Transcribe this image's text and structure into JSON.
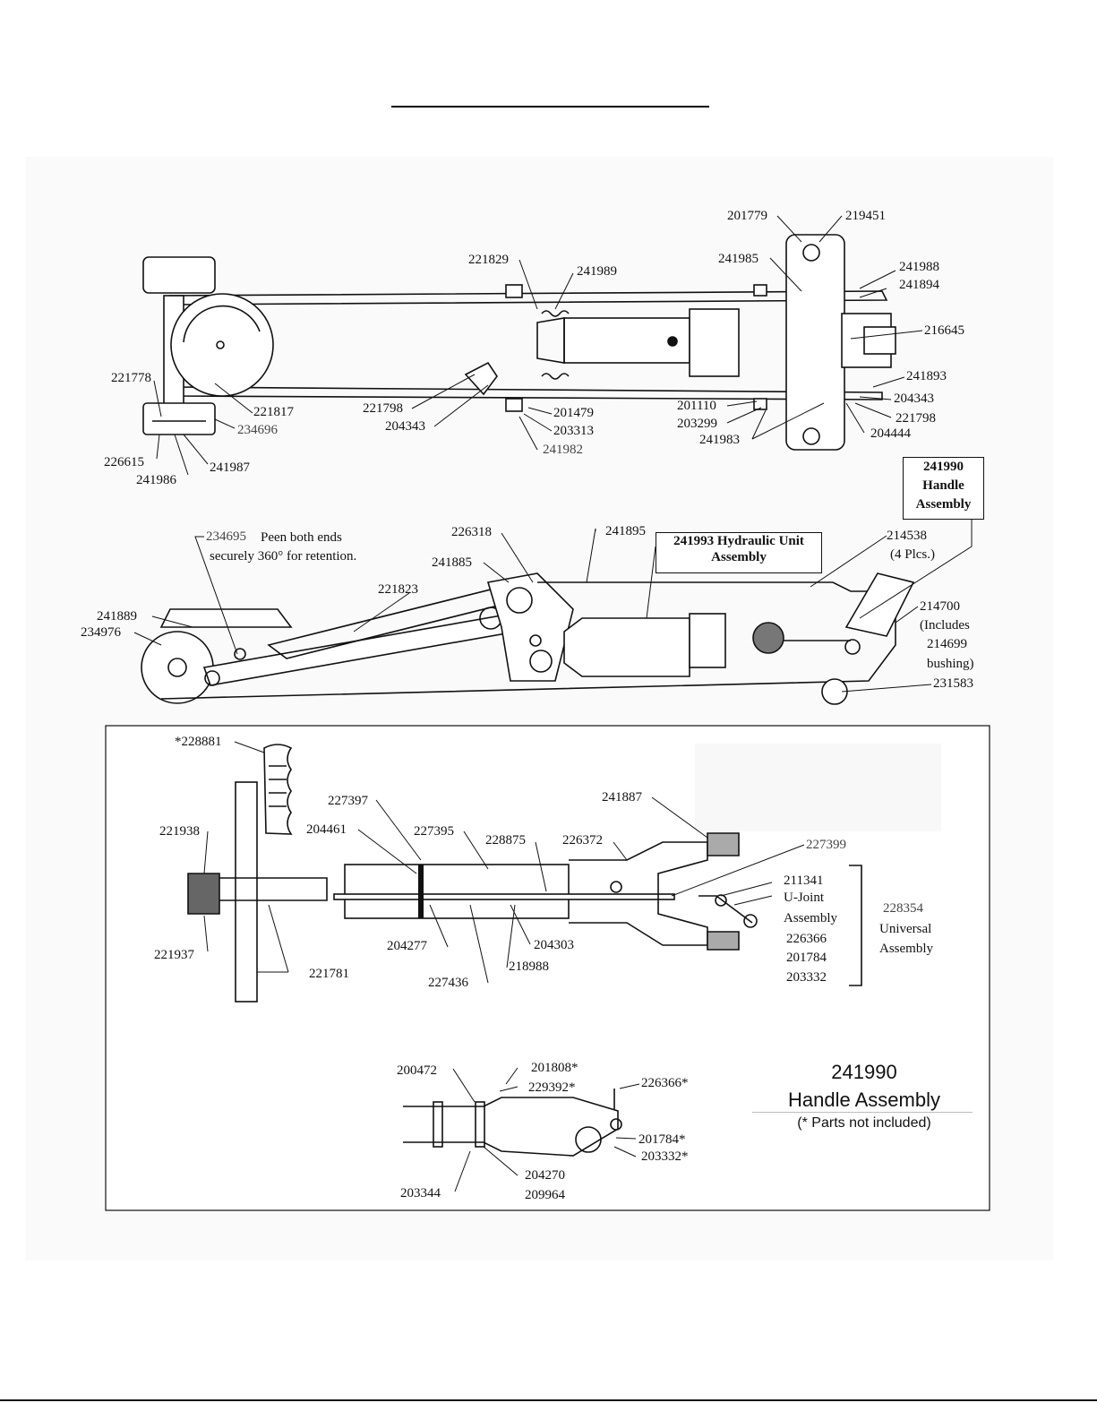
{
  "top_view": {
    "labels": [
      "201779",
      "219451",
      "241985",
      "241988",
      "241894",
      "221829",
      "241989",
      "216645",
      "241893",
      "204343",
      "221798",
      "204444",
      "201110",
      "203299",
      "241983",
      "221778",
      "221817",
      "234696",
      "221798",
      "204343",
      "201479",
      "203313",
      "241982",
      "226615",
      "241986",
      "241987"
    ]
  },
  "side_view": {
    "labels": [
      "234695",
      "Peen both ends",
      "securely 360° for retention.",
      "226318",
      "241895",
      "241885",
      "221823",
      "241889",
      "234976",
      "214538",
      "(4 Plcs.)",
      "214700",
      "(Includes",
      "214699",
      "bushing)",
      "231583"
    ],
    "hydraulic_box": [
      "241993 Hydraulic Unit",
      "Assembly"
    ],
    "handle_box": [
      "241990",
      "Handle",
      "Assembly"
    ]
  },
  "handle_panel": {
    "labels": [
      "*228881",
      "221938",
      "221937",
      "221781",
      "227397",
      "204461",
      "227395",
      "228875",
      "226372",
      "241887",
      "227399",
      "204277",
      "227436",
      "204303",
      "218988",
      "211341",
      "U-Joint",
      "Assembly",
      "226366",
      "201784",
      "203332",
      "228354",
      "Universal",
      "Assembly"
    ]
  },
  "handle_lower": {
    "labels": [
      "200472",
      "201808*",
      "229392*",
      "226366*",
      "201784*",
      "203332*",
      "204270",
      "209964",
      "203344"
    ]
  },
  "handle_title": {
    "number": "241990",
    "name": "Handle Assembly",
    "note": "(* Parts not included)"
  }
}
